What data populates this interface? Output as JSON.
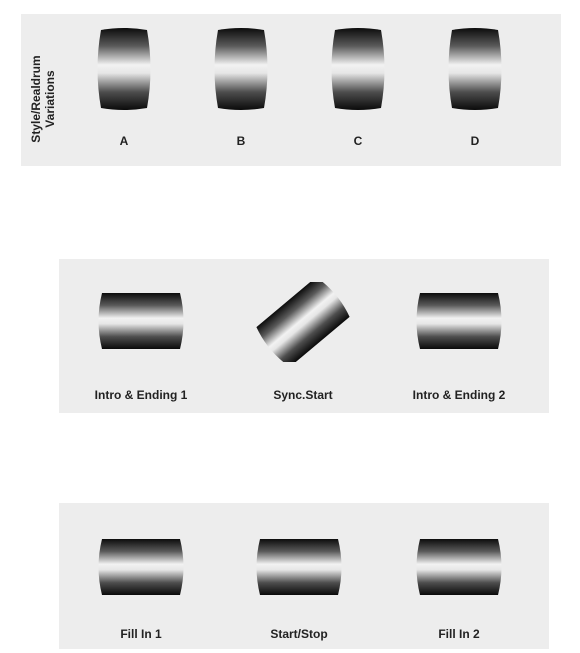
{
  "variations_panel": {
    "title_line1": "Style/Realdrum",
    "title_line2": "Variations",
    "buttons": [
      {
        "label": "A"
      },
      {
        "label": "B"
      },
      {
        "label": "C"
      },
      {
        "label": "D"
      }
    ]
  },
  "intro_panel": {
    "buttons": [
      {
        "label": "Intro & Ending 1"
      },
      {
        "label": "Sync.Start"
      },
      {
        "label": "Intro & Ending 2"
      }
    ]
  },
  "fill_panel": {
    "buttons": [
      {
        "label": "Fill In 1"
      },
      {
        "label": "Start/Stop"
      },
      {
        "label": "Fill In 2"
      }
    ]
  }
}
